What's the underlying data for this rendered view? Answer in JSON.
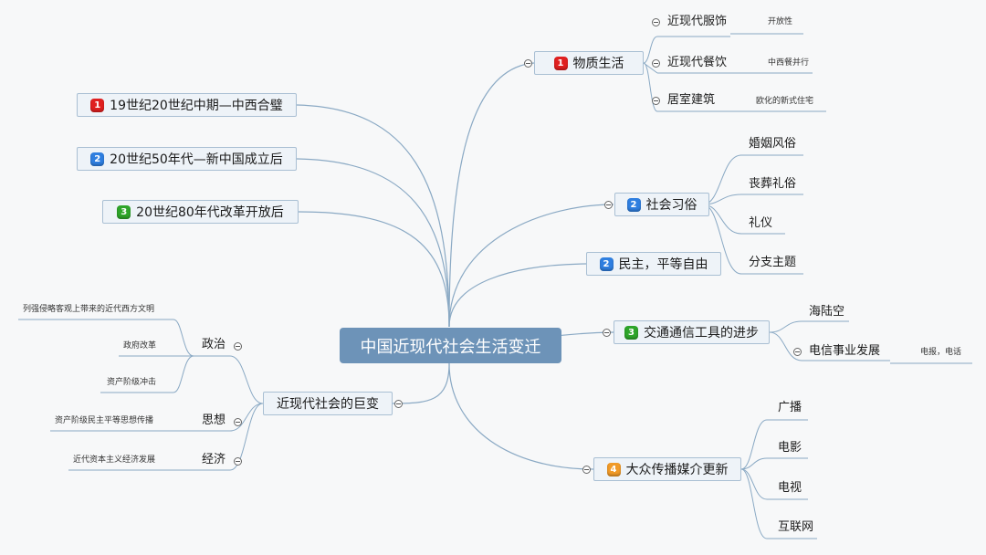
{
  "center": {
    "label": "中国近现代社会生活变迁"
  },
  "left_top": [
    {
      "badge": "1",
      "label": "19世纪20世纪中期—中西合璧",
      "color": "#e02020"
    },
    {
      "badge": "2",
      "label": "20世纪50年代—新中国成立后",
      "color": "#2f7fe0"
    },
    {
      "badge": "3",
      "label": "20世纪80年代改革开放后",
      "color": "#2ea52a"
    }
  ],
  "upheaval": {
    "label": "近现代社会的巨变",
    "politics": {
      "label": "政治",
      "items": [
        "列强侵略客观上带来的近代西方文明",
        "政府改革",
        "资产阶级冲击"
      ]
    },
    "thought": {
      "label": "思想",
      "items": [
        "资产阶级民主平等思想传播"
      ]
    },
    "economy": {
      "label": "经济",
      "items": [
        "近代资本主义经济发展"
      ]
    }
  },
  "material": {
    "badge": "1",
    "label": "物质生活",
    "items": [
      {
        "label": "近现代服饰",
        "note": "开放性"
      },
      {
        "label": "近现代餐饮",
        "note": "中西餐并行"
      },
      {
        "label": "居室建筑",
        "note": "欧化的新式住宅"
      }
    ]
  },
  "customs": {
    "badge": "2",
    "label": "社会习俗",
    "items": [
      "婚姻风俗",
      "丧葬礼俗",
      "礼仪",
      "分支主题"
    ]
  },
  "democracy": {
    "badge": "2",
    "label": "民主，平等自由"
  },
  "transport": {
    "badge": "3",
    "label": "交通通信工具的进步",
    "items": [
      {
        "label": "海陆空"
      },
      {
        "label": "电信事业发展",
        "note": "电报，电话"
      }
    ]
  },
  "media": {
    "badge": "4",
    "label": "大众传播媒介更新",
    "items": [
      "广播",
      "电影",
      "电视",
      "互联网"
    ]
  }
}
